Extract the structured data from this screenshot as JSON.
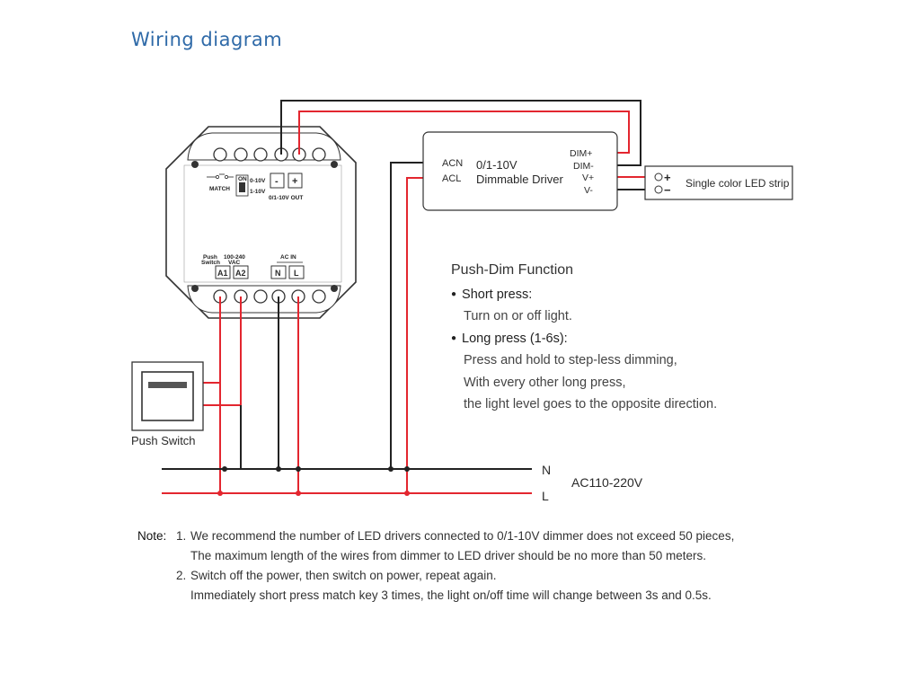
{
  "title": "Wiring diagram",
  "dimmer": {
    "match_label": "MATCH",
    "switch_on": "ON",
    "switch_0_10v": "0-10V",
    "switch_1_10v": "1-10V",
    "out_minus": "-",
    "out_plus": "+",
    "out_label": "0/1-10V OUT",
    "push_label_1": "Push",
    "push_label_2": "Switch",
    "vac_label_1": "100-240",
    "vac_label_2": "VAC",
    "term_a1": "A1",
    "term_a2": "A2",
    "acin_label": "AC IN",
    "term_n": "N",
    "term_l": "L"
  },
  "driver": {
    "acn": "ACN",
    "acl": "ACL",
    "name_line1": "0/1-10V",
    "name_line2": "Dimmable Driver",
    "dim_plus": "DIM+",
    "dim_minus": "DIM-",
    "v_plus": "V+",
    "v_minus": "V-"
  },
  "led_strip": {
    "label": "Single color LED strip",
    "plus": "+",
    "minus": "−"
  },
  "push_switch": {
    "label": "Push Switch"
  },
  "mains": {
    "n": "N",
    "l": "L",
    "voltage": "AC110-220V"
  },
  "function": {
    "title": "Push-Dim Function",
    "short_press_title": "Short press:",
    "short_press_desc": "Turn on or off light.",
    "long_press_title": "Long press (1-6s):",
    "long_press_desc1": "Press and hold to step-less dimming,",
    "long_press_desc2": "With every other long press,",
    "long_press_desc3": "the light level goes to the opposite direction."
  },
  "notes": {
    "label": "Note:",
    "n1_num": "1.",
    "n1_line1": "We recommend the number of LED drivers connected to 0/1-10V dimmer does not exceed 50 pieces,",
    "n1_line2": "The maximum length of the wires from dimmer to LED driver should be no more than 50 meters.",
    "n2_num": "2.",
    "n2_line1": "Switch off the power, then switch on power, repeat again.",
    "n2_line2": "Immediately short press match key 3 times, the light on/off time will change between 3s and 0.5s."
  },
  "colors": {
    "title": "#2f6aa8",
    "red_wire": "#e3262f",
    "black_wire": "#222222"
  }
}
